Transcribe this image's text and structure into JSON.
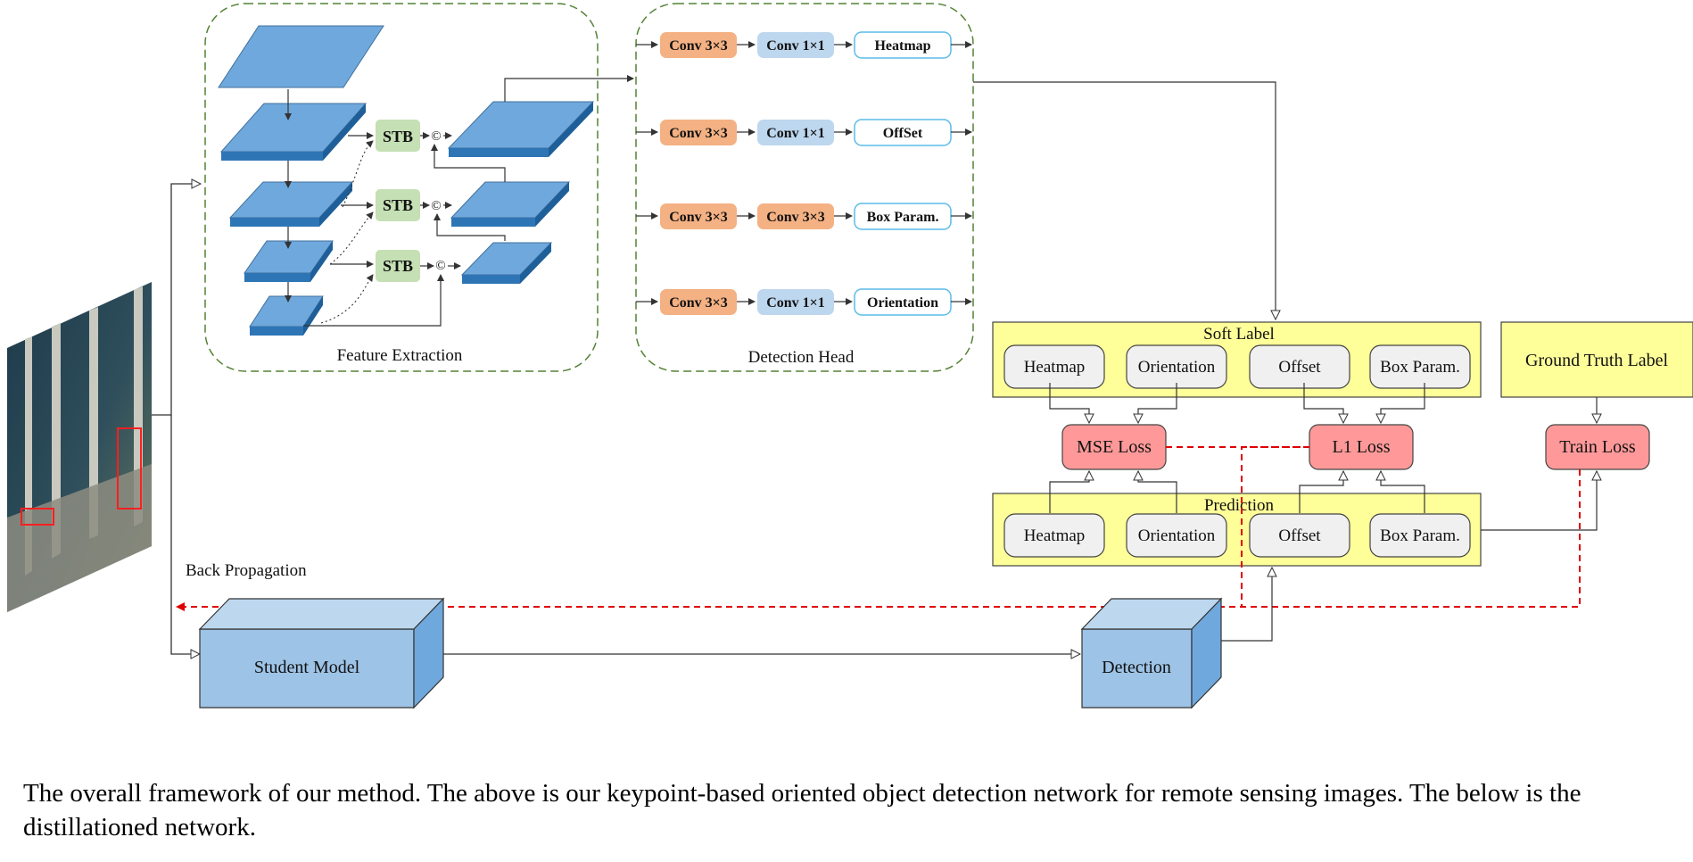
{
  "feature_extraction": {
    "title": "Feature Extraction",
    "stb_label": "STB",
    "concat_symbol": "©"
  },
  "detection_head": {
    "title": "Detection Head",
    "rows": [
      {
        "conv1": "Conv 3×3",
        "conv2": "Conv 1×1",
        "output": "Heatmap"
      },
      {
        "conv1": "Conv 3×3",
        "conv2": "Conv 1×1",
        "output": "OffSet"
      },
      {
        "conv1": "Conv 3×3",
        "conv2": "Conv 3×3",
        "output": "Box Param."
      },
      {
        "conv1": "Conv 3×3",
        "conv2": "Conv 1×1",
        "output": "Orientation"
      }
    ]
  },
  "soft_label": {
    "title": "Soft Label",
    "items": [
      "Heatmap",
      "Orientation",
      "Offset",
      "Box Param."
    ]
  },
  "prediction": {
    "title": "Prediction",
    "items": [
      "Heatmap",
      "Orientation",
      "Offset",
      "Box Param."
    ]
  },
  "ground_truth": {
    "label": "Ground Truth Label"
  },
  "losses": {
    "mse": "MSE Loss",
    "l1": "L1 Loss",
    "train": "Train Loss"
  },
  "back_propagation": "Back Propagation",
  "student_model": "Student Model",
  "detection": "Detection",
  "caption": "The overall framework of our method. The above is our keypoint-based oriented object detection network for remote sensing images. The below is the distillationed network.",
  "colors": {
    "conv3": "#f4b183",
    "conv1": "#bdd7ee",
    "stb": "#c5e0b4",
    "layer": "#5b9bd5",
    "loss": "#ff9999",
    "label_box": "#ffff99",
    "cube": "#9dc3e6",
    "dashed_red": "#e00000",
    "panel_border": "#548235"
  }
}
